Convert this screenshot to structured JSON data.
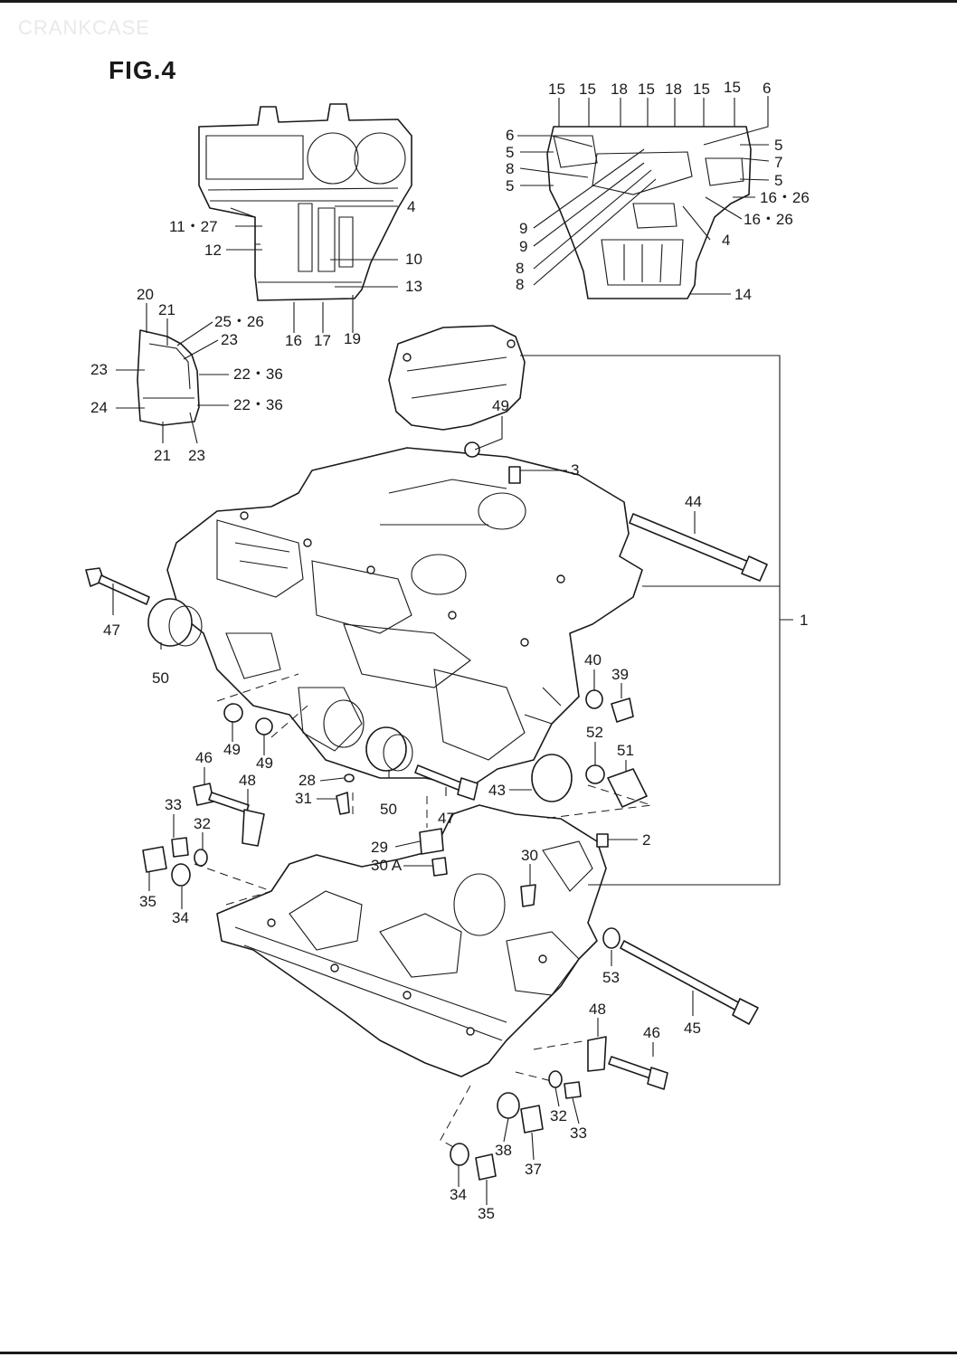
{
  "header": {
    "section_title": "CRANKCASE",
    "figure_label": "FIG.4"
  },
  "callouts": [
    {
      "id": "c15a",
      "text": "15"
    },
    {
      "id": "c15b",
      "text": "15"
    },
    {
      "id": "c18a",
      "text": "18"
    },
    {
      "id": "c15c",
      "text": "15"
    },
    {
      "id": "c18b",
      "text": "18"
    },
    {
      "id": "c15d",
      "text": "15"
    },
    {
      "id": "c15e",
      "text": "15"
    },
    {
      "id": "c6a",
      "text": "6"
    },
    {
      "id": "c6b",
      "text": "6"
    },
    {
      "id": "c5a",
      "text": "5"
    },
    {
      "id": "c8a",
      "text": "8"
    },
    {
      "id": "c5b",
      "text": "5"
    },
    {
      "id": "c5c",
      "text": "5"
    },
    {
      "id": "c7",
      "text": "7"
    },
    {
      "id": "c5d",
      "text": "5"
    },
    {
      "id": "c1626a",
      "text": "16・26"
    },
    {
      "id": "c1626b",
      "text": "16・26"
    },
    {
      "id": "c4b",
      "text": "4"
    },
    {
      "id": "c9a",
      "text": "9"
    },
    {
      "id": "c9b",
      "text": "9"
    },
    {
      "id": "c8b",
      "text": "8"
    },
    {
      "id": "c8c",
      "text": "8"
    },
    {
      "id": "c14",
      "text": "14"
    },
    {
      "id": "c4a",
      "text": "4"
    },
    {
      "id": "c1127",
      "text": "11・27"
    },
    {
      "id": "c12",
      "text": "12"
    },
    {
      "id": "c10",
      "text": "10"
    },
    {
      "id": "c13",
      "text": "13"
    },
    {
      "id": "c16",
      "text": "16"
    },
    {
      "id": "c17",
      "text": "17"
    },
    {
      "id": "c19",
      "text": "19"
    },
    {
      "id": "c20",
      "text": "20"
    },
    {
      "id": "c21a",
      "text": "21"
    },
    {
      "id": "c2526",
      "text": "25・26"
    },
    {
      "id": "c23a",
      "text": "23"
    },
    {
      "id": "c23b",
      "text": "23"
    },
    {
      "id": "c2236a",
      "text": "22・36"
    },
    {
      "id": "c24",
      "text": "24"
    },
    {
      "id": "c2236b",
      "text": "22・36"
    },
    {
      "id": "c21b",
      "text": "21"
    },
    {
      "id": "c23c",
      "text": "23"
    },
    {
      "id": "c49a",
      "text": "49"
    },
    {
      "id": "c3",
      "text": "3"
    },
    {
      "id": "c44",
      "text": "44"
    },
    {
      "id": "c1",
      "text": "1"
    },
    {
      "id": "c47a",
      "text": "47"
    },
    {
      "id": "c50a",
      "text": "50"
    },
    {
      "id": "c40",
      "text": "40"
    },
    {
      "id": "c39",
      "text": "39"
    },
    {
      "id": "c49b",
      "text": "49"
    },
    {
      "id": "c49c",
      "text": "49"
    },
    {
      "id": "c52",
      "text": "52"
    },
    {
      "id": "c51",
      "text": "51"
    },
    {
      "id": "c46a",
      "text": "46"
    },
    {
      "id": "c48a",
      "text": "48"
    },
    {
      "id": "c28",
      "text": "28"
    },
    {
      "id": "c31",
      "text": "31"
    },
    {
      "id": "c50b",
      "text": "50"
    },
    {
      "id": "c47b",
      "text": "47"
    },
    {
      "id": "c43",
      "text": "43"
    },
    {
      "id": "c33a",
      "text": "33"
    },
    {
      "id": "c32a",
      "text": "32"
    },
    {
      "id": "c2",
      "text": "2"
    },
    {
      "id": "c29",
      "text": "29"
    },
    {
      "id": "c30",
      "text": "30"
    },
    {
      "id": "c30A",
      "text": "30 A"
    },
    {
      "id": "c35a",
      "text": "35"
    },
    {
      "id": "c34a",
      "text": "34"
    },
    {
      "id": "c53",
      "text": "53"
    },
    {
      "id": "c45",
      "text": "45"
    },
    {
      "id": "c48b",
      "text": "48"
    },
    {
      "id": "c46b",
      "text": "46"
    },
    {
      "id": "c32b",
      "text": "32"
    },
    {
      "id": "c33b",
      "text": "33"
    },
    {
      "id": "c38",
      "text": "38"
    },
    {
      "id": "c37",
      "text": "37"
    },
    {
      "id": "c34b",
      "text": "34"
    },
    {
      "id": "c35b",
      "text": "35"
    }
  ]
}
